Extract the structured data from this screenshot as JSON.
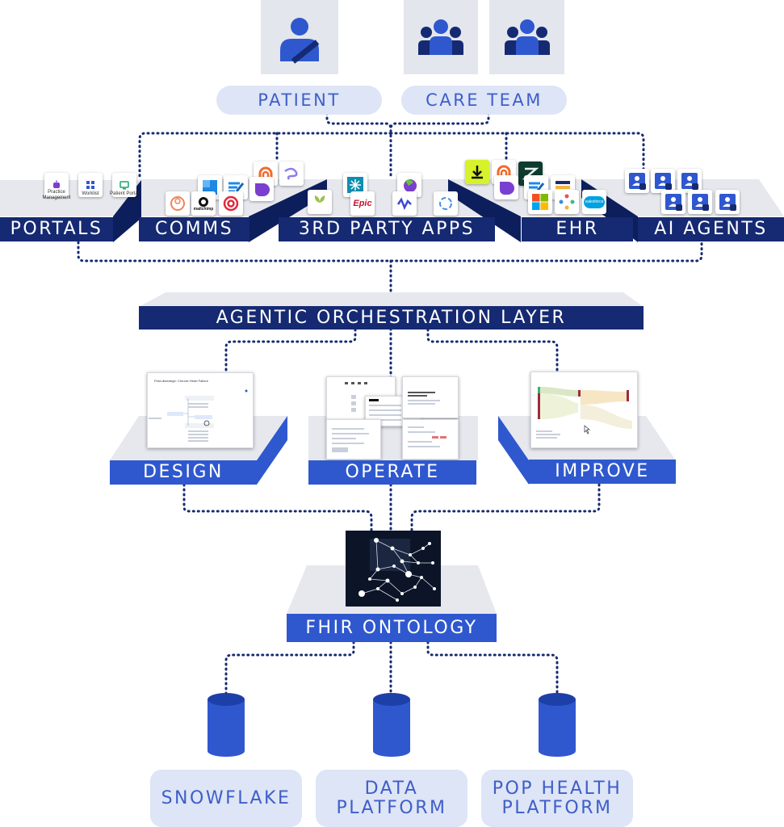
{
  "users": {
    "patient": "PATIENT",
    "care_team": "CARE TEAM"
  },
  "platforms": {
    "portals": "PORTALS",
    "comms": "COMMS",
    "third_party": "3RD PARTY APPS",
    "ehr": "EHR",
    "ai_agents": "AI AGENTS"
  },
  "portal_items": [
    "Practice Management",
    "Worklist",
    "Patient Portal"
  ],
  "app_logos": {
    "mailchimp": "mailchimp",
    "epic": "Epic",
    "salesforce": "salesforce"
  },
  "orchestration": "AGENTIC ORCHESTRATION LAYER",
  "stages": {
    "design": "DESIGN",
    "operate": "OPERATE",
    "improve": "IMPROVE"
  },
  "design_screenshot_title": "Post-discharge: Chronic Heart Failure",
  "ontology": "FHIR ONTOLOGY",
  "stores": {
    "snowflake": "SNOWFLAKE",
    "data_platform": [
      "DATA",
      "PLATFORM"
    ],
    "pop_health": [
      "POP HEALTH",
      "PLATFORM"
    ]
  },
  "colors": {
    "navy": "#152a72",
    "blue": "#2f58cf",
    "pill_bg": "#dde5f6",
    "pill_text": "#3f5ec9",
    "dotted_line": "#152a72"
  }
}
